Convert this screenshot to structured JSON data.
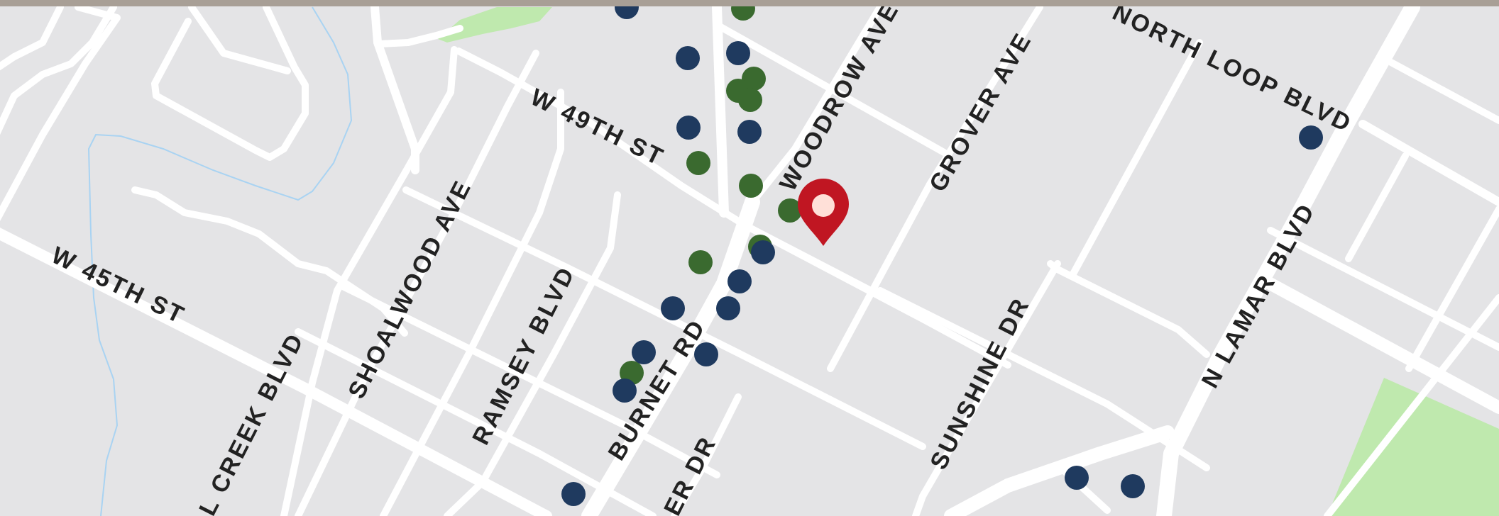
{
  "map": {
    "colors": {
      "land": "#e4e4e6",
      "road": "#ffffff",
      "park": "#bfe9ae",
      "water_line": "#a9d3f2",
      "label_text": "#222222",
      "top_strip": "#a89f96",
      "marker_navy": "#1f3a5f",
      "marker_green": "#3a6a2f",
      "selected_pin": "#c01622",
      "selected_pin_center": "#ffe0d8"
    },
    "street_labels": {
      "w45th": "W 45TH ST",
      "w49th": "W 49TH ST",
      "shoalwood": "SHOALWOOD AVE",
      "ramsey": "RAMSEY BLVD",
      "burnet": "BURNET RD",
      "woodrow": "WOODROW AVE",
      "grover": "GROVER AVE",
      "sunshine": "SUNSHINE DR",
      "nlamar": "N LAMAR BLVD",
      "northloop": "NORTH LOOP BLVD",
      "creek": "L CREEK BLVD",
      "partial_dr": "ER DR"
    },
    "marker_legend": {
      "navy": "navy-marker",
      "green": "green-marker",
      "selected": "selected-location-pin"
    }
  }
}
